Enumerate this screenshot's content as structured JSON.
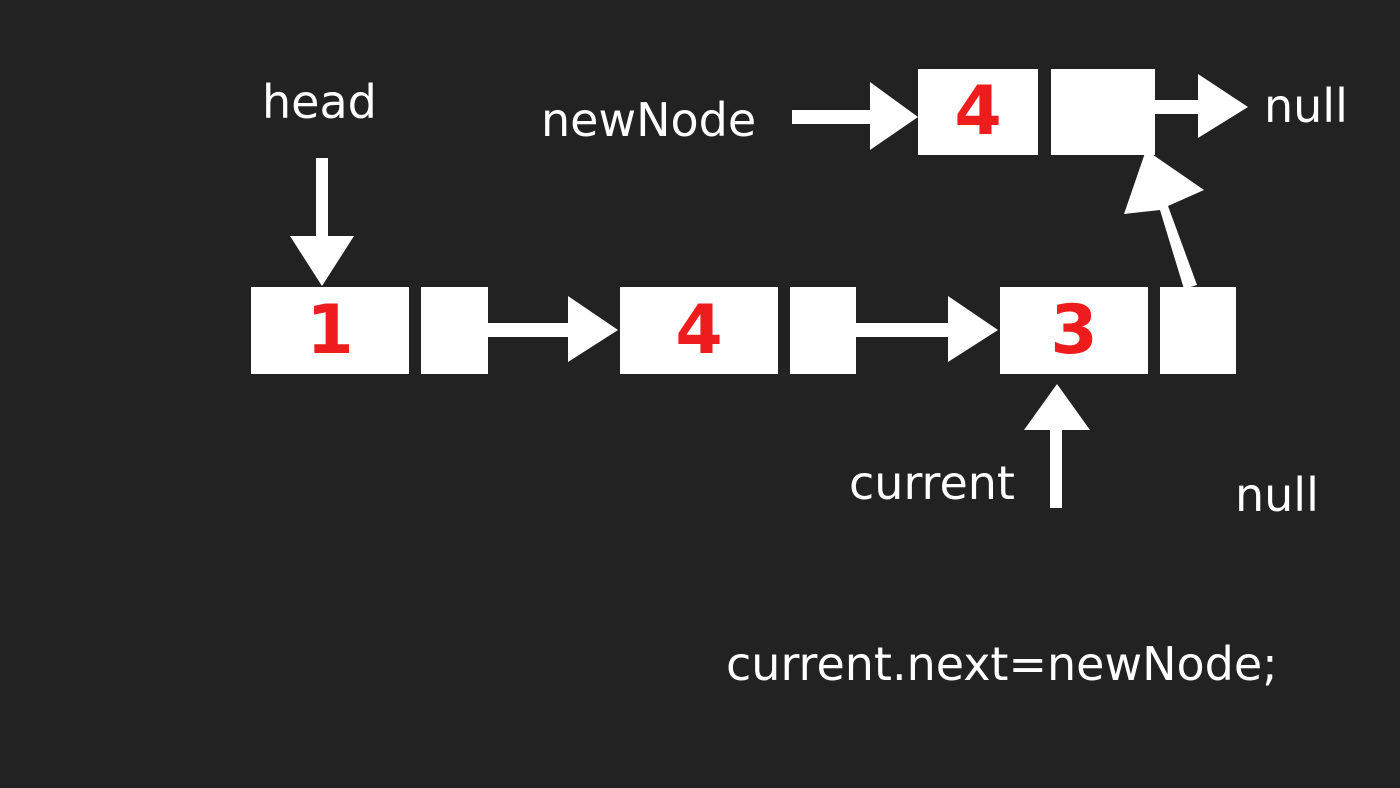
{
  "colors": {
    "background": "#222222",
    "node_fill": "#ffffff",
    "value_text": "#ee1c1c",
    "arrows_and_labels": "#ffffff"
  },
  "labels": {
    "head": "head",
    "new_node": "newNode",
    "null_top": "null",
    "current": "current",
    "null_bottom": "null"
  },
  "nodes": {
    "node1_value": "1",
    "node2_value": "4",
    "node3_value": "3",
    "new_node_value": "4"
  },
  "code": "current.next=newNode;"
}
